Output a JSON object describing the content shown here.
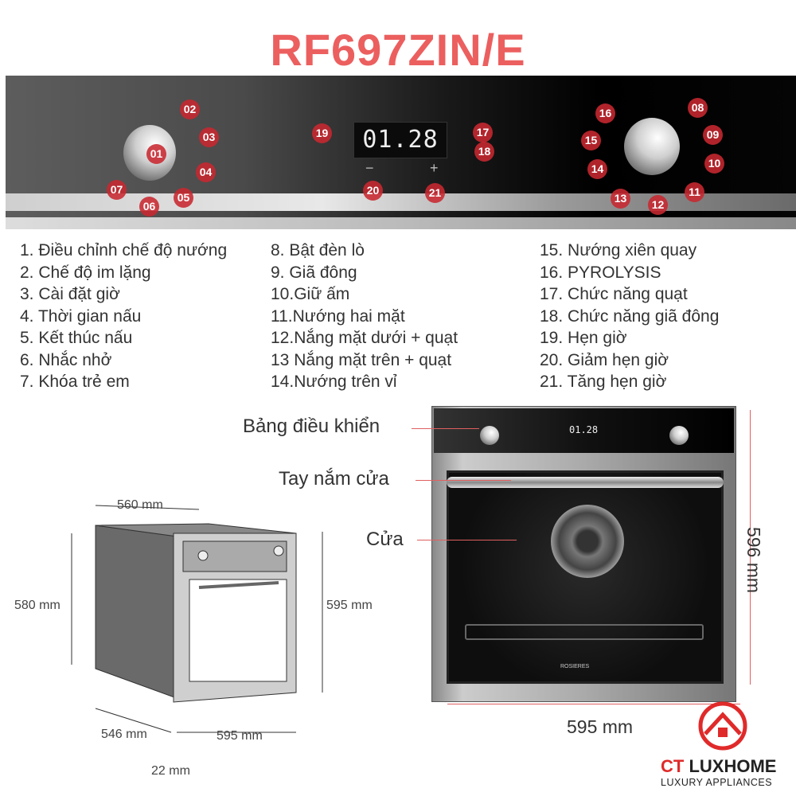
{
  "title": "RF697ZIN/E",
  "panel": {
    "display": "01.28",
    "minus": "−",
    "plus": "+",
    "badges": [
      "01",
      "02",
      "03",
      "04",
      "05",
      "06",
      "07",
      "08",
      "09",
      "10",
      "11",
      "12",
      "13",
      "14",
      "15",
      "16",
      "17",
      "18",
      "19",
      "20",
      "21"
    ]
  },
  "legend": {
    "col1": [
      "1. Điều chỉnh chế độ nướng",
      "2. Chế độ im lặng",
      "3. Cài đặt giờ",
      "4. Thời gian nấu",
      "5. Kết thúc nấu",
      "6. Nhắc nhở",
      "7. Khóa trẻ em"
    ],
    "col2": [
      "8.  Bật đèn lò",
      "9.  Giã đông",
      "10.Giữ ấm",
      "11.Nướng hai mặt",
      "12.Nắng mặt dưới + quạt",
      "13 Nắng mặt trên + quạt",
      "14.Nướng trên vỉ"
    ],
    "col3": [
      "15. Nướng xiên quay",
      "16. PYROLYSIS",
      "17. Chức năng quạt",
      "18. Chức năng giã đông",
      "19. Hẹn giờ",
      "20. Giảm hẹn giờ",
      "21. Tăng hẹn giờ"
    ]
  },
  "front": {
    "control_panel_label": "Bảng điều khiển",
    "handle_label": "Tay nắm cửa",
    "door_label": "Cửa",
    "height": "596 mm",
    "width": "595 mm",
    "display": "01.28",
    "brand": "ROSIERES"
  },
  "side": {
    "width_top": "560 mm",
    "height_left": "580 mm",
    "height_right": "595 mm",
    "depth": "546 mm",
    "width_bottom": "595 mm",
    "gap": "22 mm"
  },
  "logo": {
    "ct": "CT",
    "luxhome": "LUXHOME",
    "tagline": "LUXURY APPLIANCES"
  },
  "colors": {
    "accent": "#ec5f5f",
    "badge": "#c8283a",
    "logo_red": "#e02a2a"
  }
}
